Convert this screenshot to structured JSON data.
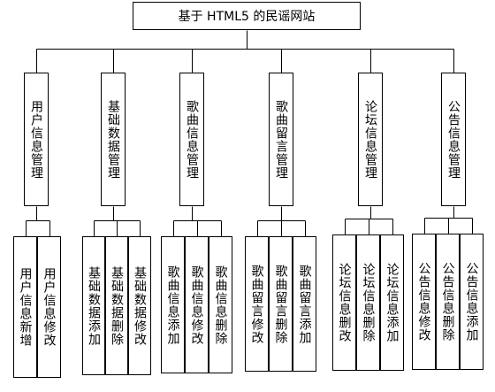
{
  "root": "基于 HTML5 的民谣网站",
  "modules": [
    {
      "label": "用户信息管理",
      "children": [
        "用户信息新增",
        "用户信息修改"
      ]
    },
    {
      "label": "基础数据管理",
      "children": [
        "基础数据添加",
        "基础数据删除",
        "基础数据修改"
      ]
    },
    {
      "label": "歌曲信息管理",
      "children": [
        "歌曲信息添加",
        "歌曲信息修改",
        "歌曲信息删除"
      ]
    },
    {
      "label": "歌曲留言管理",
      "children": [
        "歌曲留言修改",
        "歌曲留言删除",
        "歌曲留言添加"
      ]
    },
    {
      "label": "论坛信息管理",
      "children": [
        "论坛信息删改",
        "论坛信息删除",
        "论坛信息添加"
      ]
    },
    {
      "label": "公告信息管理",
      "children": [
        "公告信息修改",
        "公告信息删除",
        "公告信息添加"
      ]
    }
  ]
}
